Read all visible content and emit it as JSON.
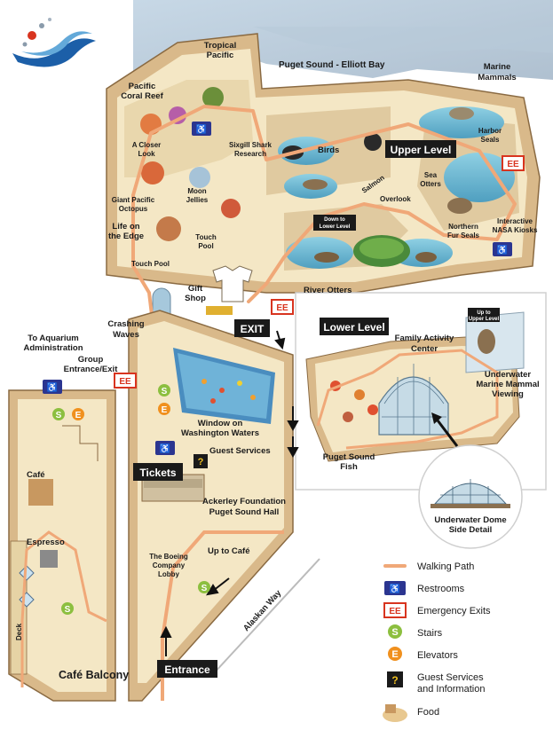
{
  "title_labels": {
    "puget_sound": "Puget Sound - Elliott Bay",
    "marine_mammals": "Marine Mammals",
    "tropical_pacific": "Tropical Pacific",
    "pacific_coral_reef": "Pacific Coral Reef",
    "closer_look": "A Closer Look",
    "sixgill": "Sixgill Shark Research",
    "birds": "Birds",
    "upper_level": "Upper Level",
    "harbor_seals": "Harbor Seals",
    "sea_otters": "Sea Otters",
    "salmon": "Salmon",
    "overlook": "Overlook",
    "giant_octopus": "Giant Pacific Octopus",
    "moon_jellies": "Moon Jellies",
    "down_to_lower": "Down to Lower Level",
    "northern_fur_seals": "Northern Fur Seals",
    "interactive_nasa": "Interactive NASA Kiosks",
    "life_on_edge": "Life on the Edge",
    "touch_pool_a": "Touch Pool",
    "touch_pool_b": "Touch Pool",
    "river_otters": "River Otters",
    "gift_shop": "Gift Shop",
    "exit": "EXIT",
    "lower_level": "Lower Level",
    "up_to_upper": "Up to Upper Level",
    "crashing_waves": "Crashing Waves",
    "family_activity": "Family Activity Center",
    "underwater_mammal": "Underwater Marine Mammal Viewing",
    "to_admin": "To Aquarium Administration",
    "group_entrance": "Group Entrance/Exit",
    "window_wash": "Window on Washington Waters",
    "puget_fish": "Puget Sound Fish",
    "guest_services": "Guest Services",
    "tickets": "Tickets",
    "dome_detail": "Underwater Dome Side Detail",
    "ackerley": "Ackerley Foundation Puget Sound Hall",
    "cafe": "Café",
    "espresso": "Espresso",
    "boeing": "The Boeing Company Lobby",
    "up_to_cafe": "Up to Café",
    "alaskan_way": "Alaskan Way",
    "deck": "Deck",
    "entrance": "Entrance",
    "cafe_balcony": "Café Balcony"
  },
  "symbols": {
    "ee": "EE",
    "stairs": "S",
    "elevator": "E",
    "info": "?"
  },
  "legend": [
    {
      "icon": "walking-path",
      "label": "Walking Path"
    },
    {
      "icon": "restroom-icon",
      "label": "Restrooms"
    },
    {
      "icon": "emergency-exit-icon",
      "label": "Emergency Exits"
    },
    {
      "icon": "stairs-icon",
      "label": "Stairs"
    },
    {
      "icon": "elevator-icon",
      "label": "Elevators"
    },
    {
      "icon": "info-icon",
      "label": "Guest Services and Information"
    },
    {
      "icon": "food-icon",
      "label": "Food"
    }
  ],
  "colors": {
    "path": "#f0a878",
    "floor": "#f4e7c5",
    "wall": "#d9b98a",
    "water": "#c9d9e6",
    "stairs": "#8cbf3f",
    "elevator": "#f0901e",
    "restroom": "#2b3590",
    "emergency": "#d8341f",
    "tag": "#1a1a1a"
  }
}
